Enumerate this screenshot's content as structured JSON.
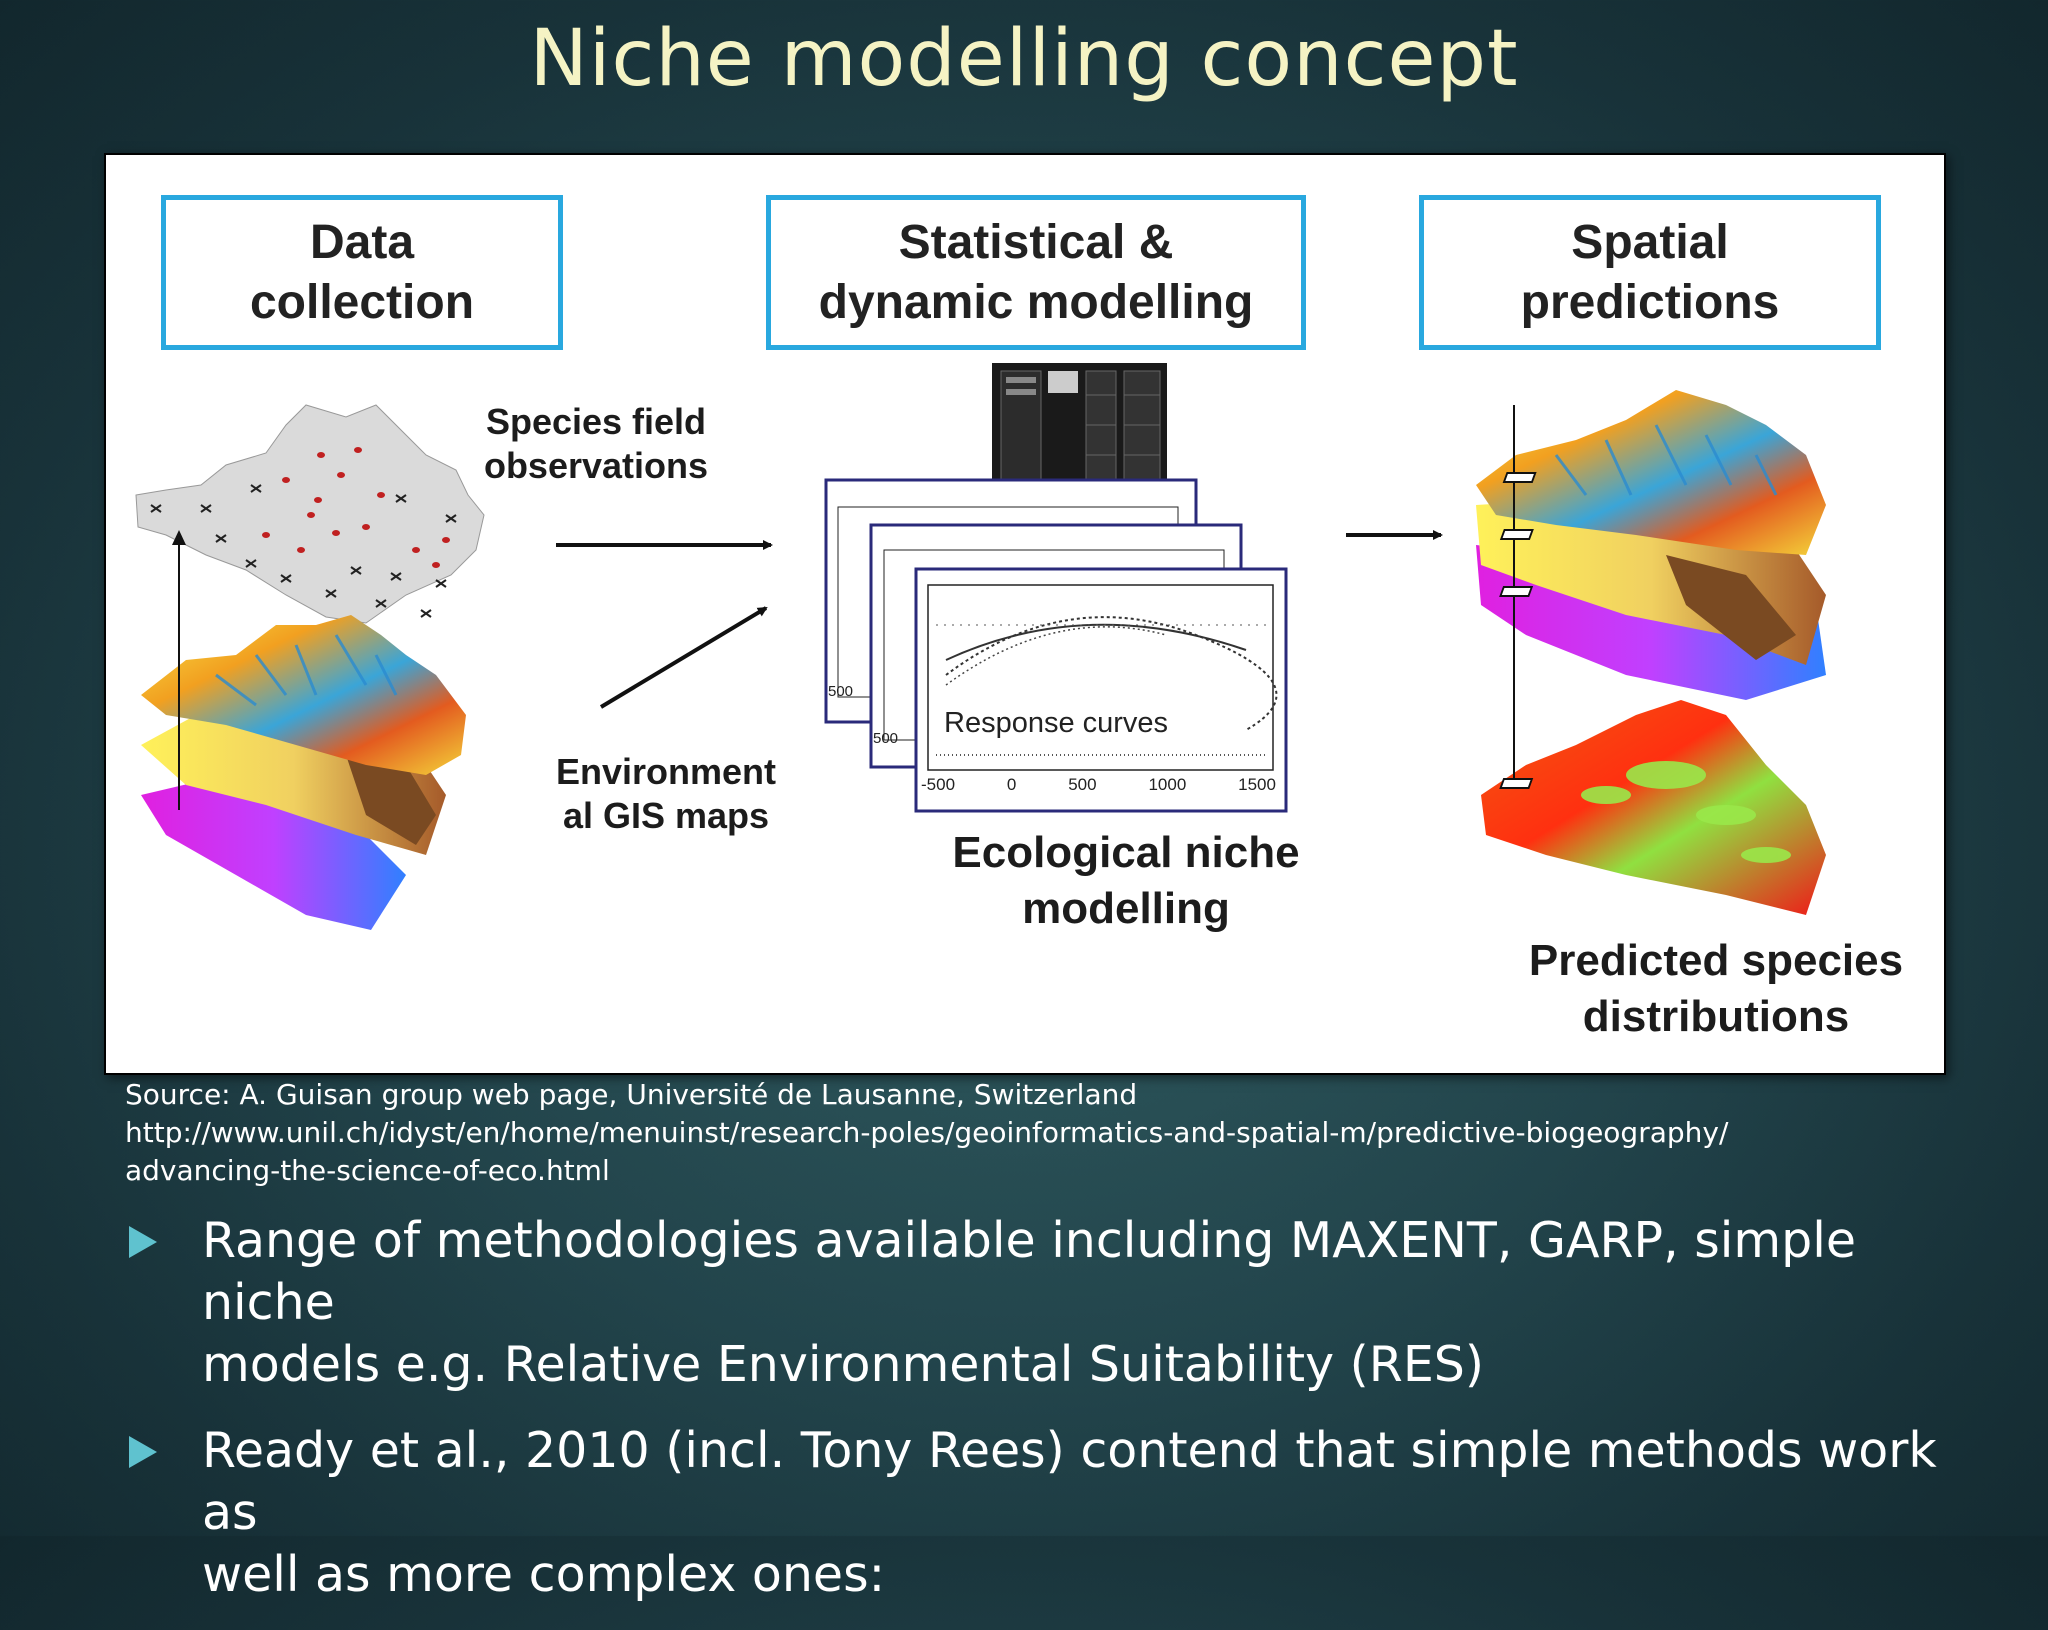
{
  "slide": {
    "title": "Niche modelling concept"
  },
  "figure": {
    "stages": [
      {
        "line1": "Data",
        "line2": "collection"
      },
      {
        "line1": "Statistical &",
        "line2": "dynamic modelling"
      },
      {
        "line1": "Spatial",
        "line2": "predictions"
      }
    ],
    "species_obs": {
      "line1": "Species field",
      "line2": "observations"
    },
    "env_maps": {
      "line1": "Environment",
      "line2": "al GIS maps"
    },
    "niche": {
      "line1": "Ecological niche",
      "line2": "modelling"
    },
    "predicted": {
      "line1": "Predicted species",
      "line2": "distributions"
    },
    "response_label": "Response curves",
    "axis_ticks": [
      "-500",
      "0",
      "500",
      "1000",
      "1500"
    ],
    "back_ticks": [
      "500",
      "500"
    ]
  },
  "source": {
    "line1": "Source: A. Guisan group web page, Université de Lausanne, Switzerland",
    "line2": "http://www.unil.ch/idyst/en/home/menuinst/research-poles/geoinformatics-and-spatial-m/predictive-biogeography/",
    "line3": "advancing-the-science-of-eco.html"
  },
  "bullets": [
    {
      "line1": "Range of methodologies available including MAXENT, GARP, simple niche",
      "line2": "models e.g. Relative Environmental Suitability (RES)"
    },
    {
      "line1": "Ready et al., 2010 (incl. Tony Rees) contend that simple methods work as",
      "line2": "well as more complex ones:"
    }
  ],
  "colors": {
    "accent": "#29a8df",
    "title": "#f5f3c4",
    "bullet_marker": "#5fc2cf"
  }
}
